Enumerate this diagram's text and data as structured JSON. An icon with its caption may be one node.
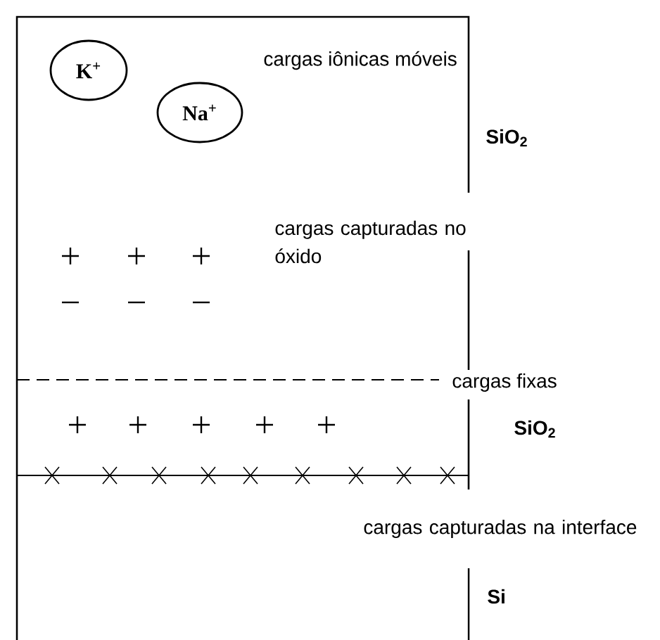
{
  "diagram": {
    "nodes": [
      {
        "text": [
          "K$^{+}$"
        ]
      },
      {
        "text": [
          "Na$^{+}$"
        ]
      }
    ],
    "labels": [
      "cargas iônicas móveis",
      "SiO$_{2}$",
      "cargas capturadas no óxido",
      "cargas fixas",
      "SiO$_{2}$",
      "cargas capturadas na interface",
      "Si"
    ]
  }
}
